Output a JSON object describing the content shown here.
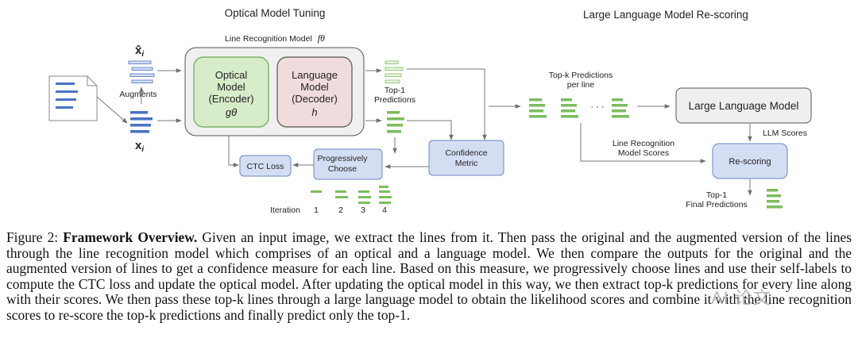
{
  "diagram": {
    "section_left_title": "Optical Model Tuning",
    "section_right_title": "Large Language Model Re-scoring",
    "line_rec_model_label": "Line Recognition Model",
    "line_rec_model_symbol": "fθ",
    "optical_model": [
      "Optical",
      "Model",
      "(Encoder)"
    ],
    "optical_symbol": "gθ",
    "language_model": [
      "Language",
      "Model",
      "(Decoder)"
    ],
    "language_symbol": "h",
    "augments_label": "Augments",
    "x_hat_label": "x̂",
    "x_hat_sub": "i",
    "x_label": "x",
    "x_sub": "i",
    "top1_predictions": [
      "Top-1",
      "Predictions"
    ],
    "topk_predictions": [
      "Top-k Predictions",
      "per line"
    ],
    "ellipsis": "· · ·",
    "confidence_metric": [
      "Confidence",
      "Metric"
    ],
    "progressively_choose": [
      "Progressively",
      "Choose"
    ],
    "ctc_loss": "CTC Loss",
    "iteration_label": "Iteration",
    "iteration_numbers": [
      "1",
      "2",
      "3",
      "4"
    ],
    "llm_label": "Large Language Model",
    "llm_scores": "LLM Scores",
    "line_rec_scores": [
      "Line Recognition",
      "Model Scores"
    ],
    "rescoring": "Re-scoring",
    "final_predictions": [
      "Top-1",
      "Final Predictions"
    ]
  },
  "caption": {
    "prefix": "Figure 2:",
    "bold": "Framework Overview.",
    "text": "Given an input image, we extract the lines from it. Then pass the original and the augmented version of the lines through the line recognition model which comprises of an optical and a language model. We then compare the outputs for the original and the augmented version of lines to get a confidence measure for each line. Based on this measure, we progressively choose lines and use their self-labels to compute the CTC loss and update the optical model. After updating the optical model in this way, we then extract top-k predictions for every line along with their scores. We then pass these top-k lines through a large language model to obtain the likelihood scores and combine it with the line recognition scores to re-score the top-k predictions and finally predict only the top-1."
  },
  "watermark": "AI 论文",
  "colors": {
    "blue_lines": "#4a72c4",
    "green_lines": "#7bbd5c",
    "optical_fill": "#d7ecc9",
    "optical_stroke": "#6aa84f",
    "language_fill": "#f0dcdc",
    "language_stroke": "#555555",
    "blue_box_fill": "#d4def3",
    "blue_box_stroke": "#6c85bf",
    "grey_box_fill": "#efefef",
    "arrow": "#777777"
  }
}
